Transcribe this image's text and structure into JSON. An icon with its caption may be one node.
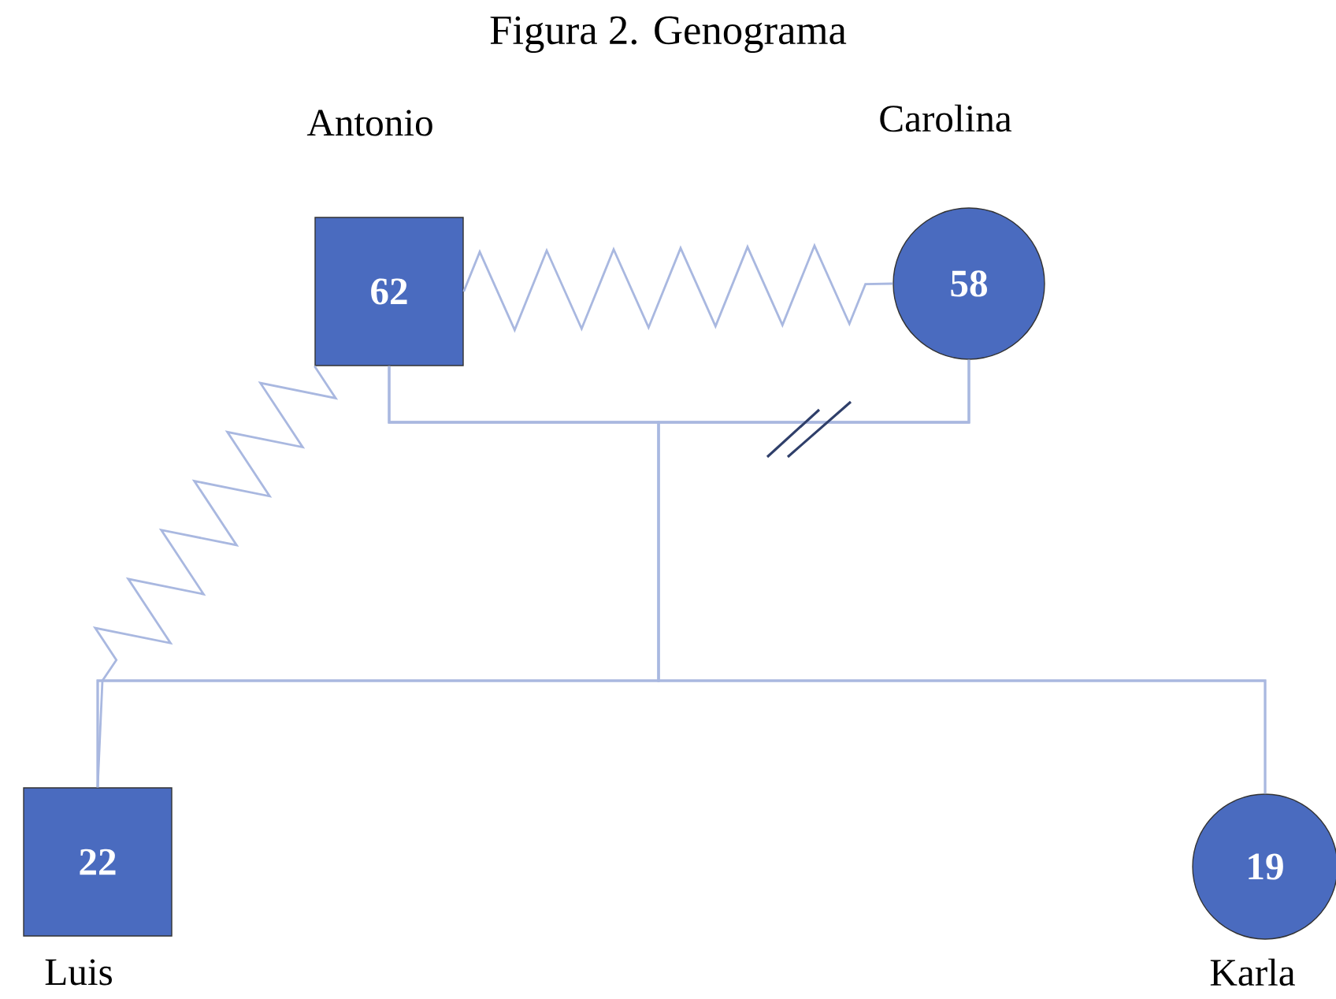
{
  "diagram": {
    "title": "Figura 2. Genograma",
    "nodes": [
      {
        "text": [
          "62"
        ],
        "beside": [
          "Antonio"
        ]
      },
      {
        "text": [
          "58"
        ],
        "beside": [
          "Carolina"
        ]
      },
      {
        "text": [
          "22"
        ],
        "beside": [
          "Luis"
        ]
      },
      {
        "text": [
          "19"
        ],
        "beside": [
          "Karla"
        ]
      }
    ],
    "edges": [
      {
        "from": 0,
        "to": 1,
        "arrow": "none"
      },
      {
        "from": 0,
        "to": 1,
        "arrow": "none"
      },
      {
        "from": 0,
        "to": 2,
        "arrow": "none"
      },
      {
        "from": 0,
        "to": 2,
        "arrow": "none"
      },
      {
        "from": 0,
        "to": 3,
        "arrow": "none"
      },
      {
        "from": 1,
        "to": 2,
        "arrow": "none"
      },
      {
        "from": 1,
        "to": 3,
        "arrow": "none"
      }
    ]
  }
}
